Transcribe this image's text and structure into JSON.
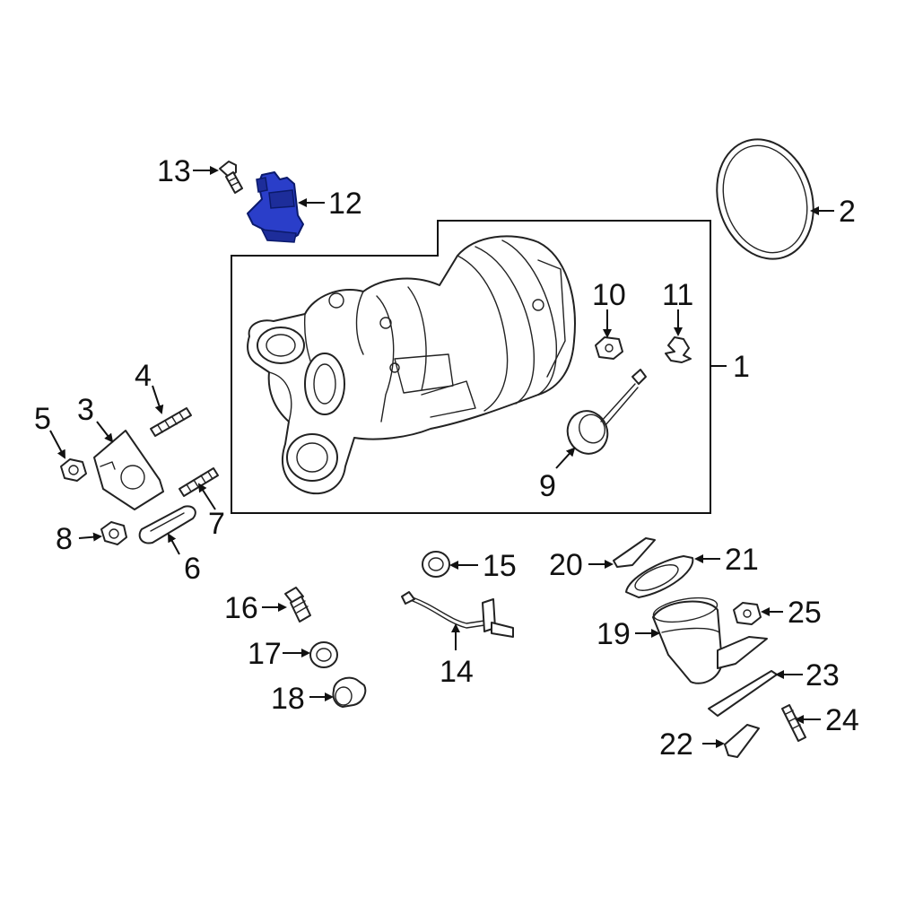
{
  "diagram": {
    "highlight_color": "#2a3ec9",
    "callouts": [
      {
        "id": "1",
        "label": "1"
      },
      {
        "id": "2",
        "label": "2"
      },
      {
        "id": "3",
        "label": "3"
      },
      {
        "id": "4",
        "label": "4"
      },
      {
        "id": "5",
        "label": "5"
      },
      {
        "id": "6",
        "label": "6"
      },
      {
        "id": "7",
        "label": "7"
      },
      {
        "id": "8",
        "label": "8"
      },
      {
        "id": "9",
        "label": "9"
      },
      {
        "id": "10",
        "label": "10"
      },
      {
        "id": "11",
        "label": "11"
      },
      {
        "id": "12",
        "label": "12"
      },
      {
        "id": "13",
        "label": "13"
      },
      {
        "id": "14",
        "label": "14"
      },
      {
        "id": "15",
        "label": "15"
      },
      {
        "id": "16",
        "label": "16"
      },
      {
        "id": "17",
        "label": "17"
      },
      {
        "id": "18",
        "label": "18"
      },
      {
        "id": "19",
        "label": "19"
      },
      {
        "id": "20",
        "label": "20"
      },
      {
        "id": "21",
        "label": "21"
      },
      {
        "id": "22",
        "label": "22"
      },
      {
        "id": "23",
        "label": "23"
      },
      {
        "id": "24",
        "label": "24"
      },
      {
        "id": "25",
        "label": "25"
      }
    ]
  }
}
